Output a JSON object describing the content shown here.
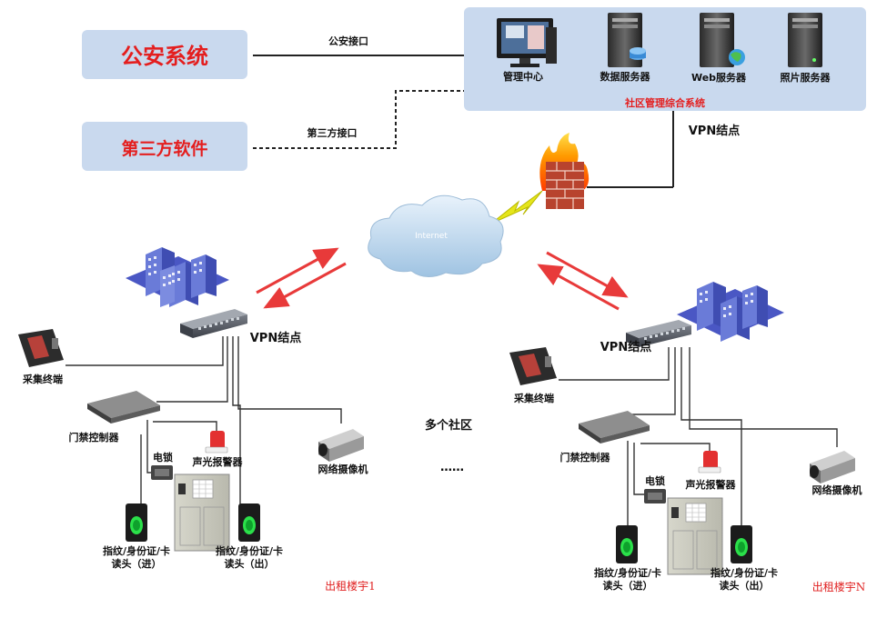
{
  "external": {
    "police": "公安系统",
    "third_party": "第三方软件",
    "police_interface": "公安接口",
    "third_party_interface": "第三方接口"
  },
  "central": {
    "system_title": "社区管理综合系统",
    "servers": [
      "管理中心",
      "数据服务器",
      "Web服务器",
      "照片服务器"
    ],
    "vpn_node": "VPN结点"
  },
  "internet": {
    "label": "Internet"
  },
  "middle": {
    "multi_community": "多个社区",
    "ellipsis": "……"
  },
  "site1": {
    "vpn_node": "VPN结点",
    "capture_terminal": "采集终端",
    "access_controller": "门禁控制器",
    "electric_lock": "电锁",
    "alarm": "声光报警器",
    "camera": "网络摄像机",
    "reader_in": [
      "指纹/身份证/卡",
      "读头（进）"
    ],
    "reader_out": [
      "指纹/身份证/卡",
      "读头（出）"
    ],
    "building_name": "出租楼宇1"
  },
  "siteN": {
    "vpn_node": "VPN结点",
    "capture_terminal": "采集终端",
    "access_controller": "门禁控制器",
    "electric_lock": "电锁",
    "alarm": "声光报警器",
    "camera": "网络摄像机",
    "reader_in": [
      "指纹/身份证/卡",
      "读头（进）"
    ],
    "reader_out": [
      "指纹/身份证/卡",
      "读头（出）"
    ],
    "building_name": "出租楼宇N"
  },
  "colors": {
    "panel_bg": "#c9d9ee",
    "red_text": "#e41e1e",
    "arrow_red": "#e83a3a",
    "line": "#333333"
  }
}
